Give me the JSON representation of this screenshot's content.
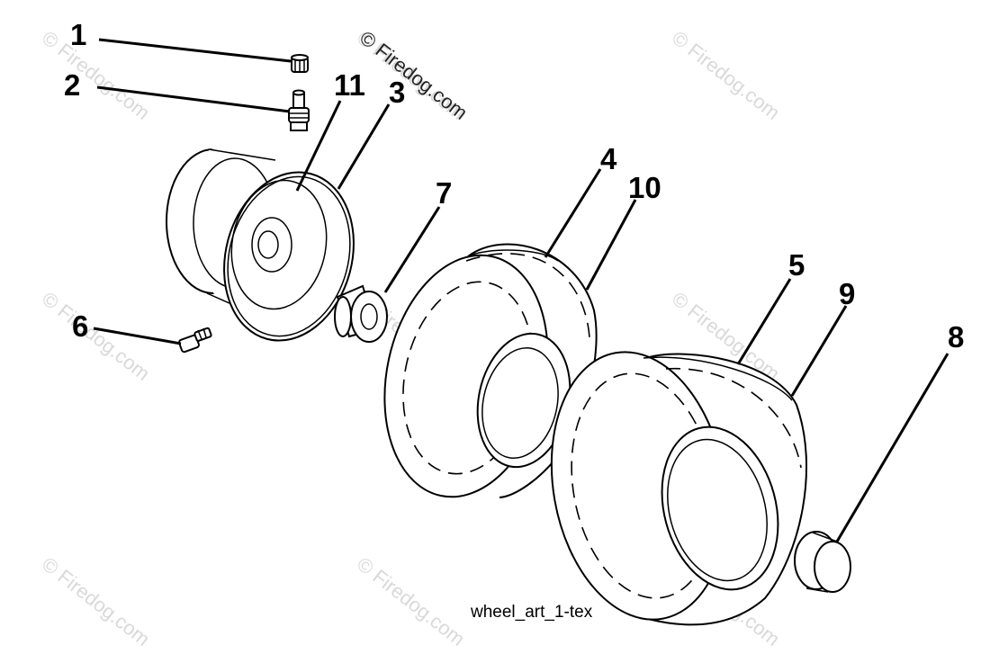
{
  "diagram": {
    "caption": "wheel_art_1-tex",
    "watermark": "© Firedog.com",
    "callouts": {
      "c1": "1",
      "c2": "2",
      "c3": "3",
      "c4": "4",
      "c5": "5",
      "c6": "6",
      "c7": "7",
      "c8": "8",
      "c9": "9",
      "c10": "10",
      "c11": "11"
    }
  }
}
